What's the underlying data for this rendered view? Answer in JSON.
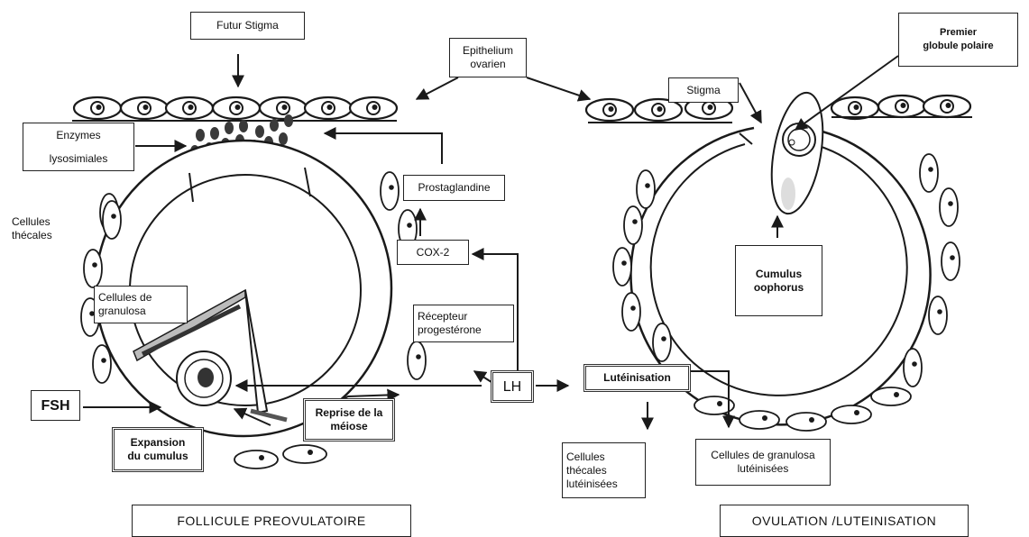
{
  "labels": {
    "futur_stigma": "Futur Stigma",
    "epithelium": "Epithelium\novarien",
    "stigma": "Stigma",
    "premier_globule": "Premier\nglobule polaire",
    "enzymes": "Enzymes\n\nlysosimiales",
    "prostaglandine": "Prostaglandine",
    "cellules_thecales": "Cellules\nthécales",
    "cox2": "COX-2",
    "cellules_granulosa": "Cellules de\ngranulosa",
    "recepteur": "Récepteur\nprogestérone",
    "cumulus_oophorus": "Cumulus\noophorus",
    "lh": "LH",
    "luteinisation": "Lutéinisation",
    "fsh": "FSH",
    "reprise_meiose": "Reprise de la\nméiose",
    "expansion": "Expansion\ndu cumulus",
    "thecales_lut": "Cellules\nthécales\nlutéinisées",
    "granulosa_lut": "Cellules de granulosa\nlutéinisées",
    "follicule": "FOLLICULE  PREOVULATOIRE",
    "ovulation": "OVULATION /LUTEINISATION"
  },
  "colors": {
    "ink": "#1a1a1a",
    "paper": "#ffffff",
    "gray": "#555555"
  }
}
